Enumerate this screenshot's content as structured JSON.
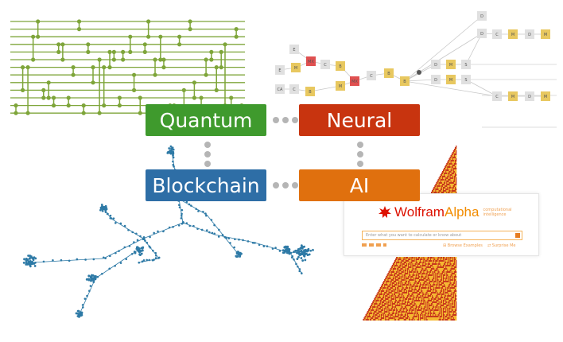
{
  "boxes": {
    "quantum": {
      "label": "Quantum",
      "color": "#3f9a2d"
    },
    "neural": {
      "label": "Neural",
      "color": "#c8340f"
    },
    "blockchain": {
      "label": "Blockchain",
      "color": "#2e6ea6"
    },
    "ai": {
      "label": "AI",
      "color": "#e0700e"
    }
  },
  "neural_graph": {
    "nodes": [
      "E",
      "E",
      "CA",
      "M",
      "MX",
      "C",
      "C",
      "B",
      "M",
      "MX",
      "B",
      "C",
      "B",
      "B",
      "D",
      "M",
      "S",
      "D",
      "M",
      "S",
      "D",
      "C",
      "M",
      "D",
      "M",
      "C",
      "M",
      "D",
      "M",
      "D"
    ]
  },
  "wolfram": {
    "brand_a": "Wolfram",
    "brand_b": "Alpha",
    "tagline": "computational intelligence",
    "placeholder": "Enter what you want to calculate or know about",
    "browse": "Browse Examples",
    "surprise": "Surprise Me"
  },
  "colors": {
    "circuit": "#7ea53a",
    "network": "#2e7aa6",
    "triangle": "#f08a1a"
  }
}
